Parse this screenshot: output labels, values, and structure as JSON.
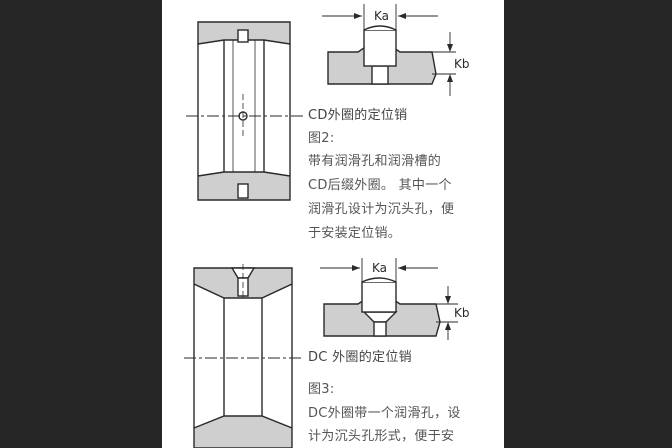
{
  "colors": {
    "background": "#262626",
    "panel": "#ffffff",
    "line": "#2a2a2a",
    "fill": "#cfcfcf",
    "text": "#555555"
  },
  "figure2": {
    "ka_label": "Ka",
    "kb_label": "Kb",
    "caption": "CD外圈的定位销",
    "title": "图2:",
    "desc_lines": [
      "带有润滑孔和润滑槽的",
      "CD后缀外圈。 其中一个",
      "润滑孔设计为沉头孔，便",
      "于安装定位销。"
    ]
  },
  "figure3": {
    "ka_label": "Ka",
    "kb_label": "Kb",
    "caption": "DC 外圈的定位销",
    "title": "图3:",
    "desc_lines": [
      "DC外圈带一个润滑孔，设",
      "计为沉头孔形式，便于安"
    ]
  }
}
